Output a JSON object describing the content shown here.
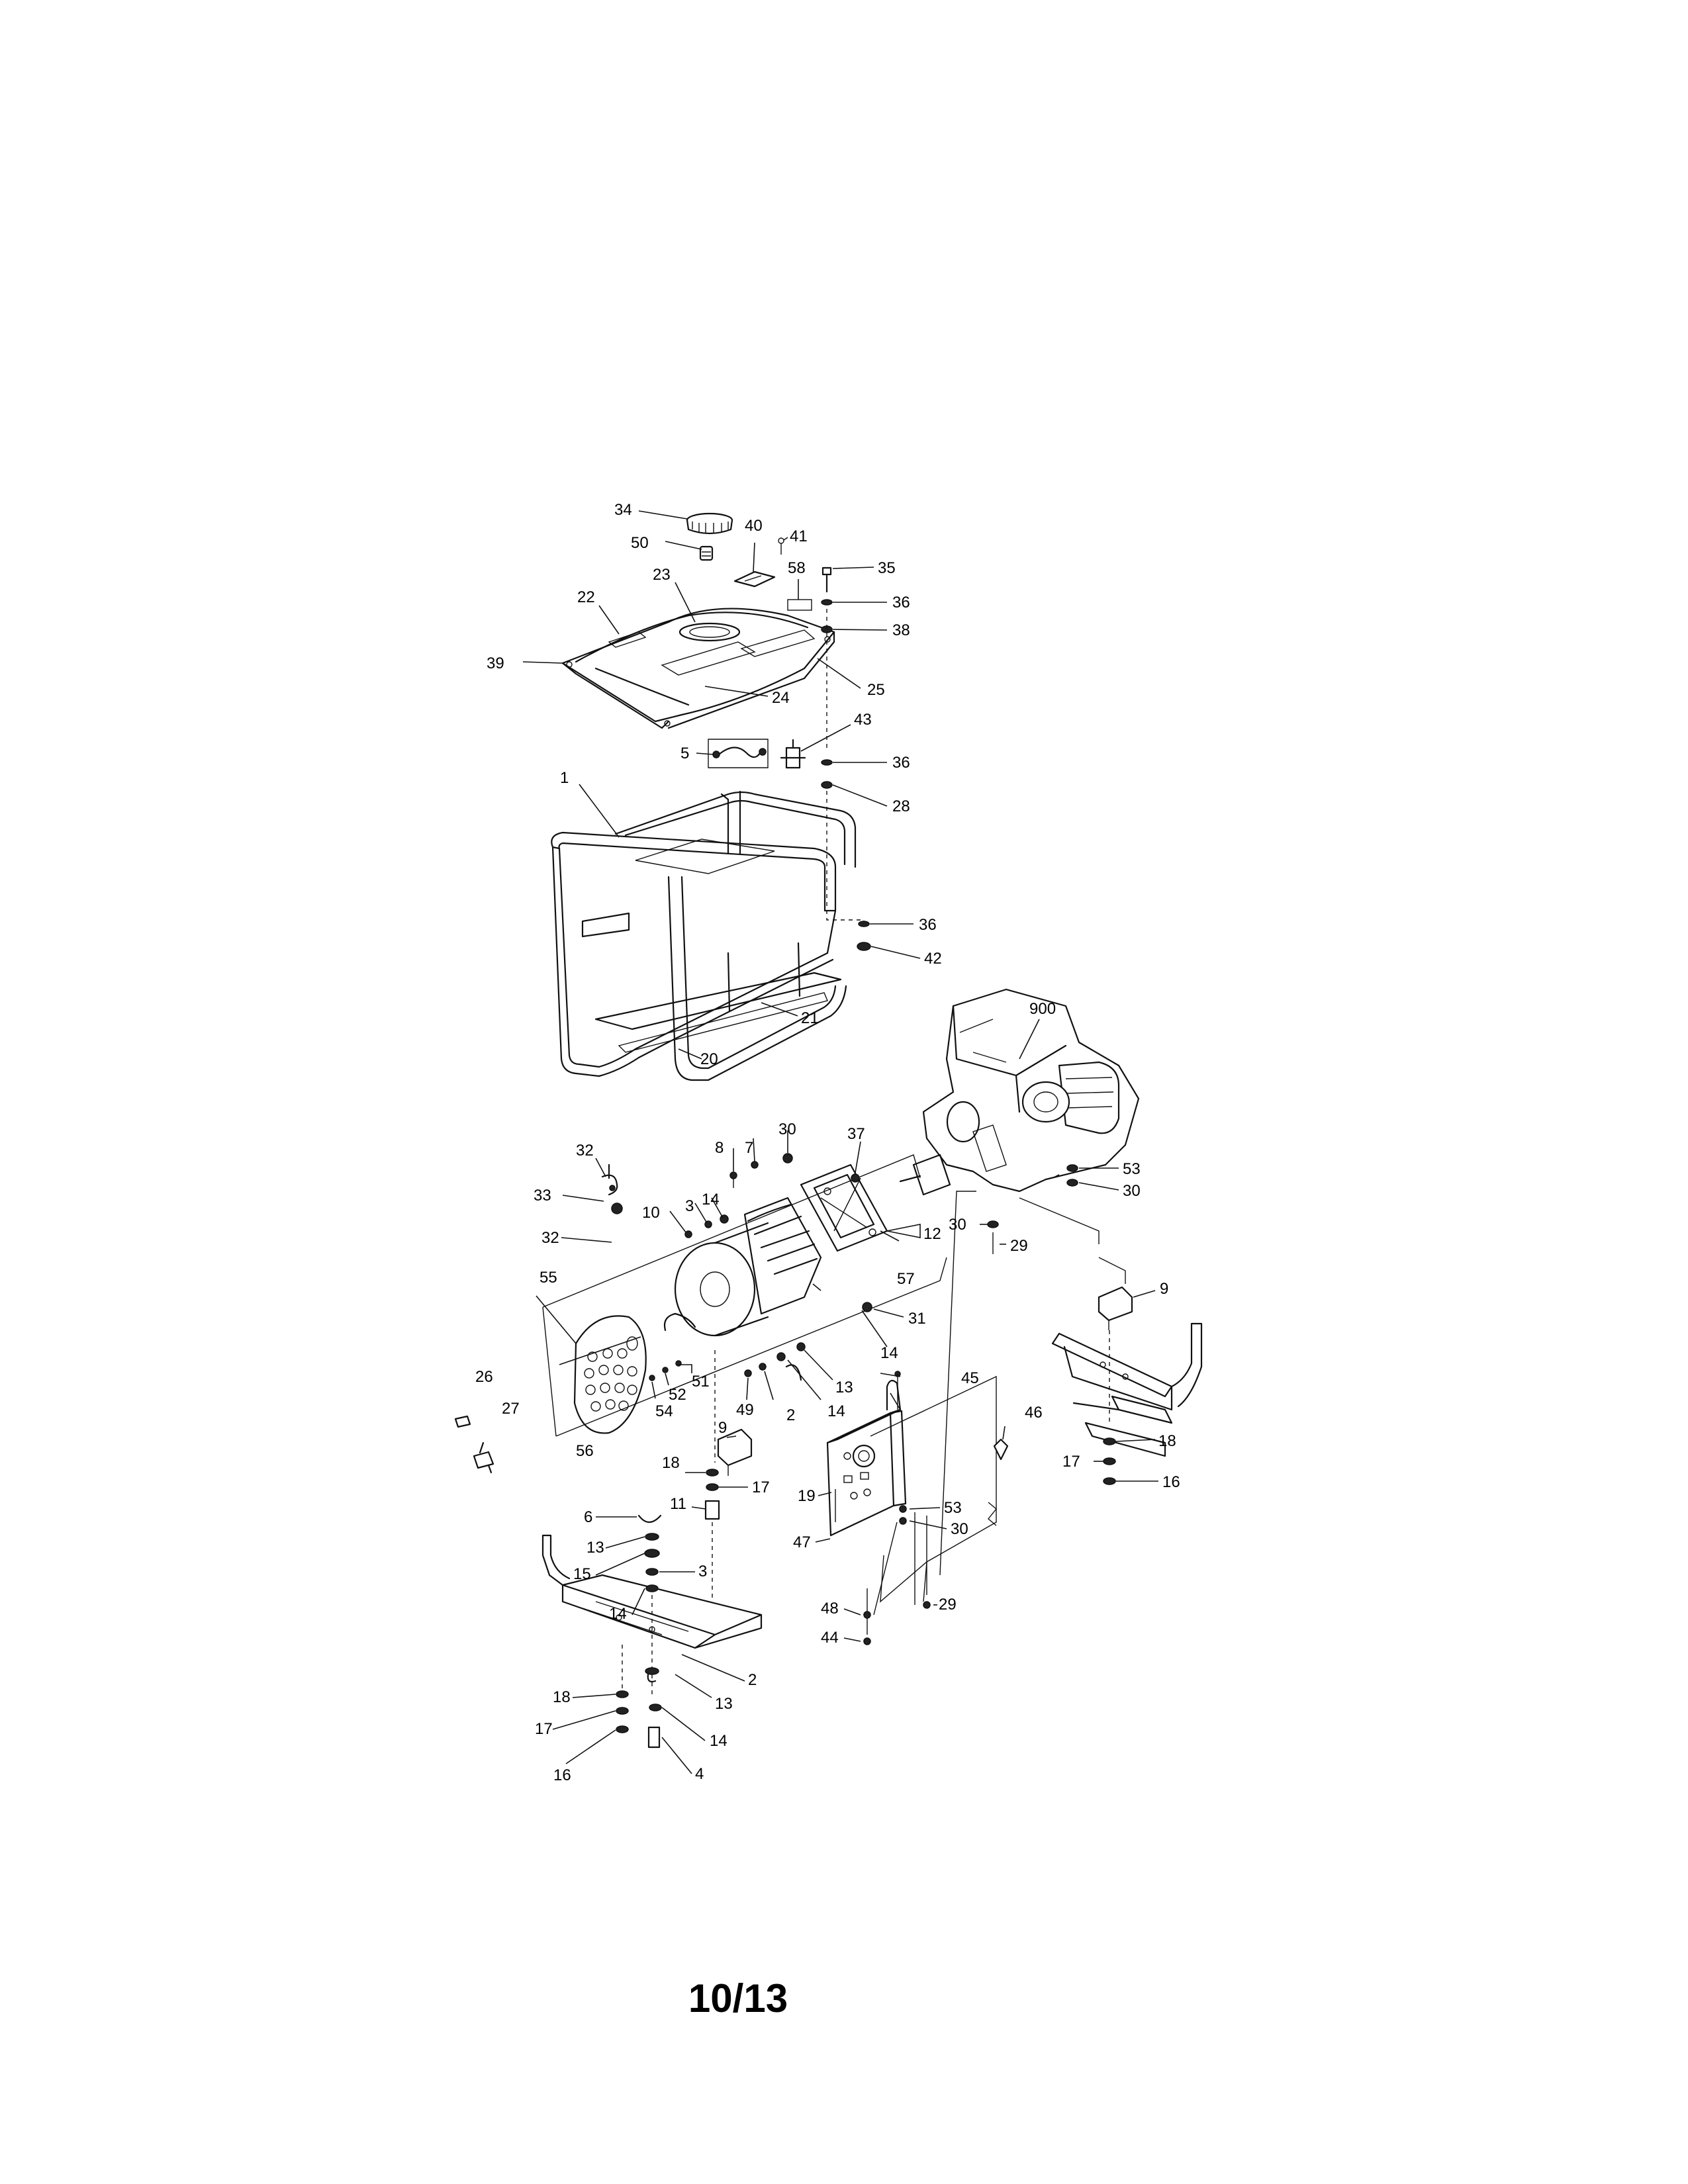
{
  "page": {
    "number": "10/13"
  },
  "callouts": {
    "c1": "1",
    "c2a": "2",
    "c2b": "2",
    "c3a": "3",
    "c3b": "3",
    "c4": "4",
    "c5": "5",
    "c6": "6",
    "c7": "7",
    "c8": "8",
    "c9a": "9",
    "c9b": "9",
    "c10": "10",
    "c11": "11",
    "c12": "12",
    "c13a": "13",
    "c13b": "13",
    "c13c": "13",
    "c14a": "14",
    "c14b": "14",
    "c14c": "14",
    "c14d": "14",
    "c14e": "14",
    "c15": "15",
    "c16a": "16",
    "c16b": "16",
    "c17a": "17",
    "c17b": "17",
    "c17c": "17",
    "c18a": "18",
    "c18b": "18",
    "c18c": "18",
    "c19": "19",
    "c20": "20",
    "c21": "21",
    "c22": "22",
    "c23": "23",
    "c24": "24",
    "c25": "25",
    "c26": "26",
    "c27": "27",
    "c28": "28",
    "c29a": "29",
    "c29b": "29",
    "c30a": "30",
    "c30b": "30",
    "c30c": "30",
    "c30d": "30",
    "c31": "31",
    "c32a": "32",
    "c32b": "32",
    "c33": "33",
    "c34": "34",
    "c35": "35",
    "c36a": "36",
    "c36b": "36",
    "c36c": "36",
    "c37": "37",
    "c38": "38",
    "c39": "39",
    "c40": "40",
    "c41": "41",
    "c42": "42",
    "c43": "43",
    "c44": "44",
    "c45": "45",
    "c46": "46",
    "c47": "47",
    "c48": "48",
    "c49": "49",
    "c50": "50",
    "c51": "51",
    "c52": "52",
    "c53a": "53",
    "c53b": "53",
    "c54": "54",
    "c55": "55",
    "c56": "56",
    "c57": "57",
    "c58": "58",
    "c900": "900"
  }
}
